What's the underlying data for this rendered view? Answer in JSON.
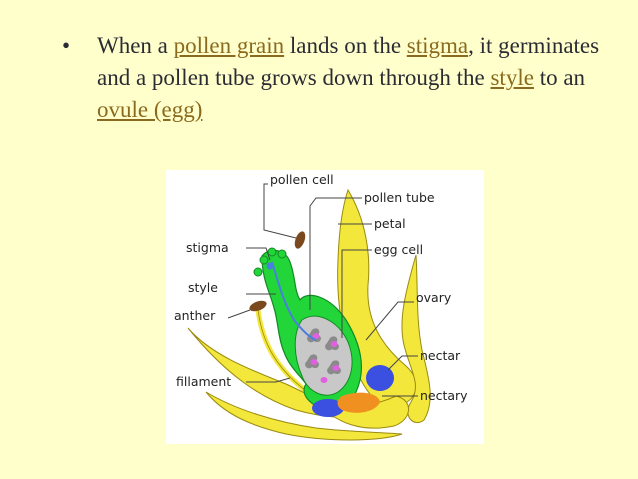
{
  "slide": {
    "bullet_symbol": "•",
    "text": {
      "p1": "When a ",
      "t1": "pollen grain",
      "p2": " lands on the ",
      "t2": "stigma",
      "p3": ", it germinates and a pollen tube grows down through the ",
      "t3": "style",
      "p4": " to an ",
      "t4": "ovule (egg)"
    },
    "link_color": "#8a6a1e"
  },
  "diagram": {
    "labels": {
      "pollen_cell": "pollen cell",
      "pollen_tube": "pollen tube",
      "petal": "petal",
      "stigma": "stigma",
      "egg_cell": "egg cell",
      "style": "style",
      "ovary": "ovary",
      "anther": "anther",
      "nectar": "nectar",
      "fillament": "fillament",
      "nectary": "nectary"
    },
    "colors": {
      "petal": "#f2e73a",
      "pistil": "#22d63a",
      "ovary_interior": "#c8c8c8",
      "egg": "#e060e0",
      "nectar": "#3b4fe0",
      "nectary": "#f09020",
      "anther": "#7a4a1e"
    }
  }
}
